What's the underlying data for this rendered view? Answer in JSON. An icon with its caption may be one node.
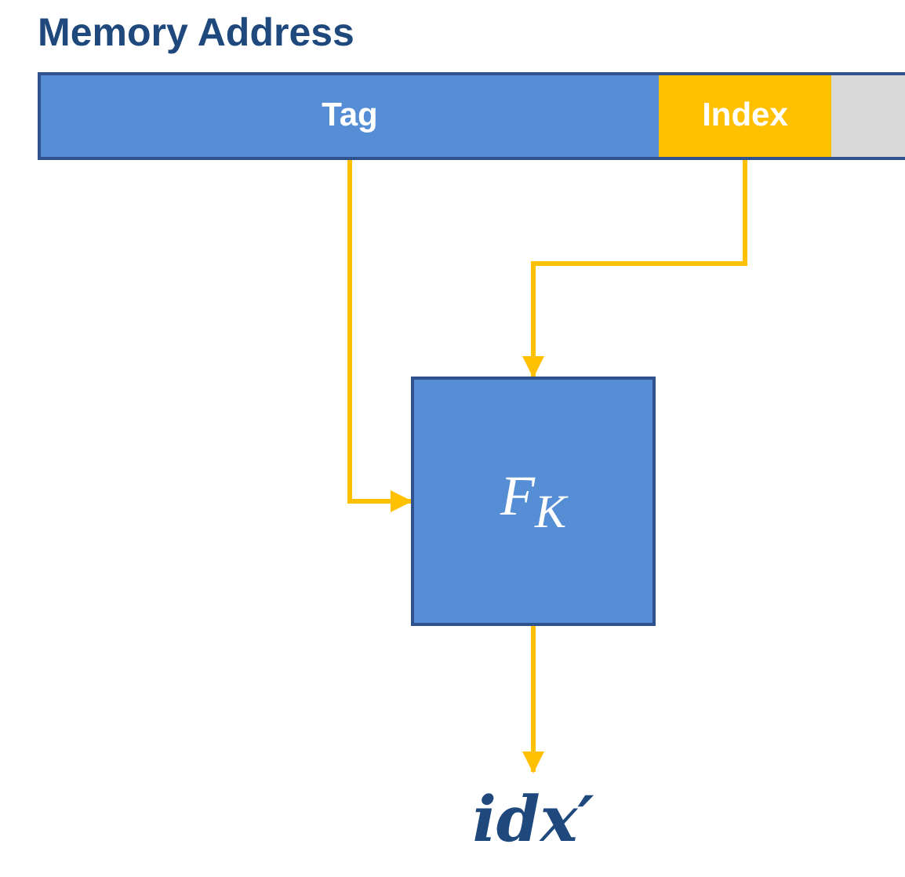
{
  "diagram": {
    "title": "Memory Address",
    "nodes": [
      {
        "text": [],
        "shape": "bar"
      },
      {
        "text": [
          "Tag"
        ],
        "in": 0
      },
      {
        "text": [
          "Index"
        ],
        "in": 0
      },
      {
        "text": [],
        "shape": "bar",
        "in": 0
      },
      {
        "text": [
          "F$_{K}$"
        ]
      },
      {
        "text": [
          "idx′"
        ]
      }
    ],
    "edges": [
      {
        "from": 1,
        "to": 4,
        "arrow": "to"
      },
      {
        "from": 2,
        "to": 4,
        "arrow": "to"
      },
      {
        "from": 4,
        "to": 5,
        "arrow": "to"
      }
    ]
  }
}
